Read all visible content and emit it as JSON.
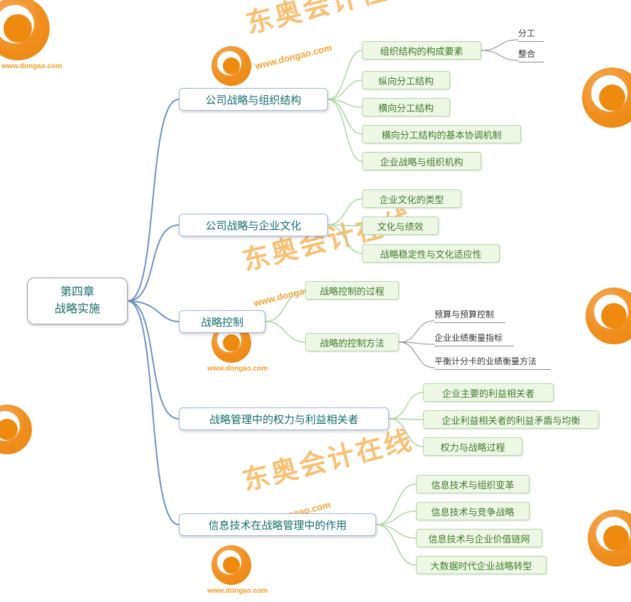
{
  "root": {
    "line1": "第四章",
    "line2": "战略实施"
  },
  "branches": [
    {
      "label": "公司战略与组织结构",
      "children": [
        {
          "label": "组织结构的构成要素",
          "children": [
            {
              "label": "分工"
            },
            {
              "label": "整合"
            }
          ]
        },
        {
          "label": "纵向分工结构"
        },
        {
          "label": "横向分工结构"
        },
        {
          "label": "横向分工结构的基本协调机制"
        },
        {
          "label": "企业战略与组织机构"
        }
      ]
    },
    {
      "label": "公司战略与企业文化",
      "children": [
        {
          "label": "企业文化的类型"
        },
        {
          "label": "文化与绩效"
        },
        {
          "label": "战略稳定性与文化适应性"
        }
      ]
    },
    {
      "label": "战略控制",
      "children": [
        {
          "label": "战略控制的过程"
        },
        {
          "label": "战略的控制方法",
          "children": [
            {
              "label": "预算与预算控制"
            },
            {
              "label": "企业业绩衡量指标"
            },
            {
              "label": "平衡计分卡的业绩衡量方法"
            }
          ]
        }
      ]
    },
    {
      "label": "战略管理中的权力与利益相关者",
      "children": [
        {
          "label": "企业主要的利益相关者"
        },
        {
          "label": "企业利益相关者的利益矛盾与均衡"
        },
        {
          "label": "权力与战略过程"
        }
      ]
    },
    {
      "label": "信息技术在战略管理中的作用",
      "children": [
        {
          "label": "信息技术与组织变革"
        },
        {
          "label": "信息技术与竞争战略"
        },
        {
          "label": "信息技术与企业价值链网"
        },
        {
          "label": "大数据时代企业战略转型"
        }
      ]
    }
  ],
  "watermark": {
    "brand": "东奥会计在线",
    "domain": "www.dongao.com"
  },
  "colors": {
    "brand_orange": "#f08300",
    "connector_blue": "#6f92c3",
    "connector_green": "#b0d7a8",
    "connector_gray": "#9b9b9b",
    "level1_text": "#156e6b",
    "level2_text": "#3d7d2a",
    "level2_bg": "#eef7e6"
  }
}
